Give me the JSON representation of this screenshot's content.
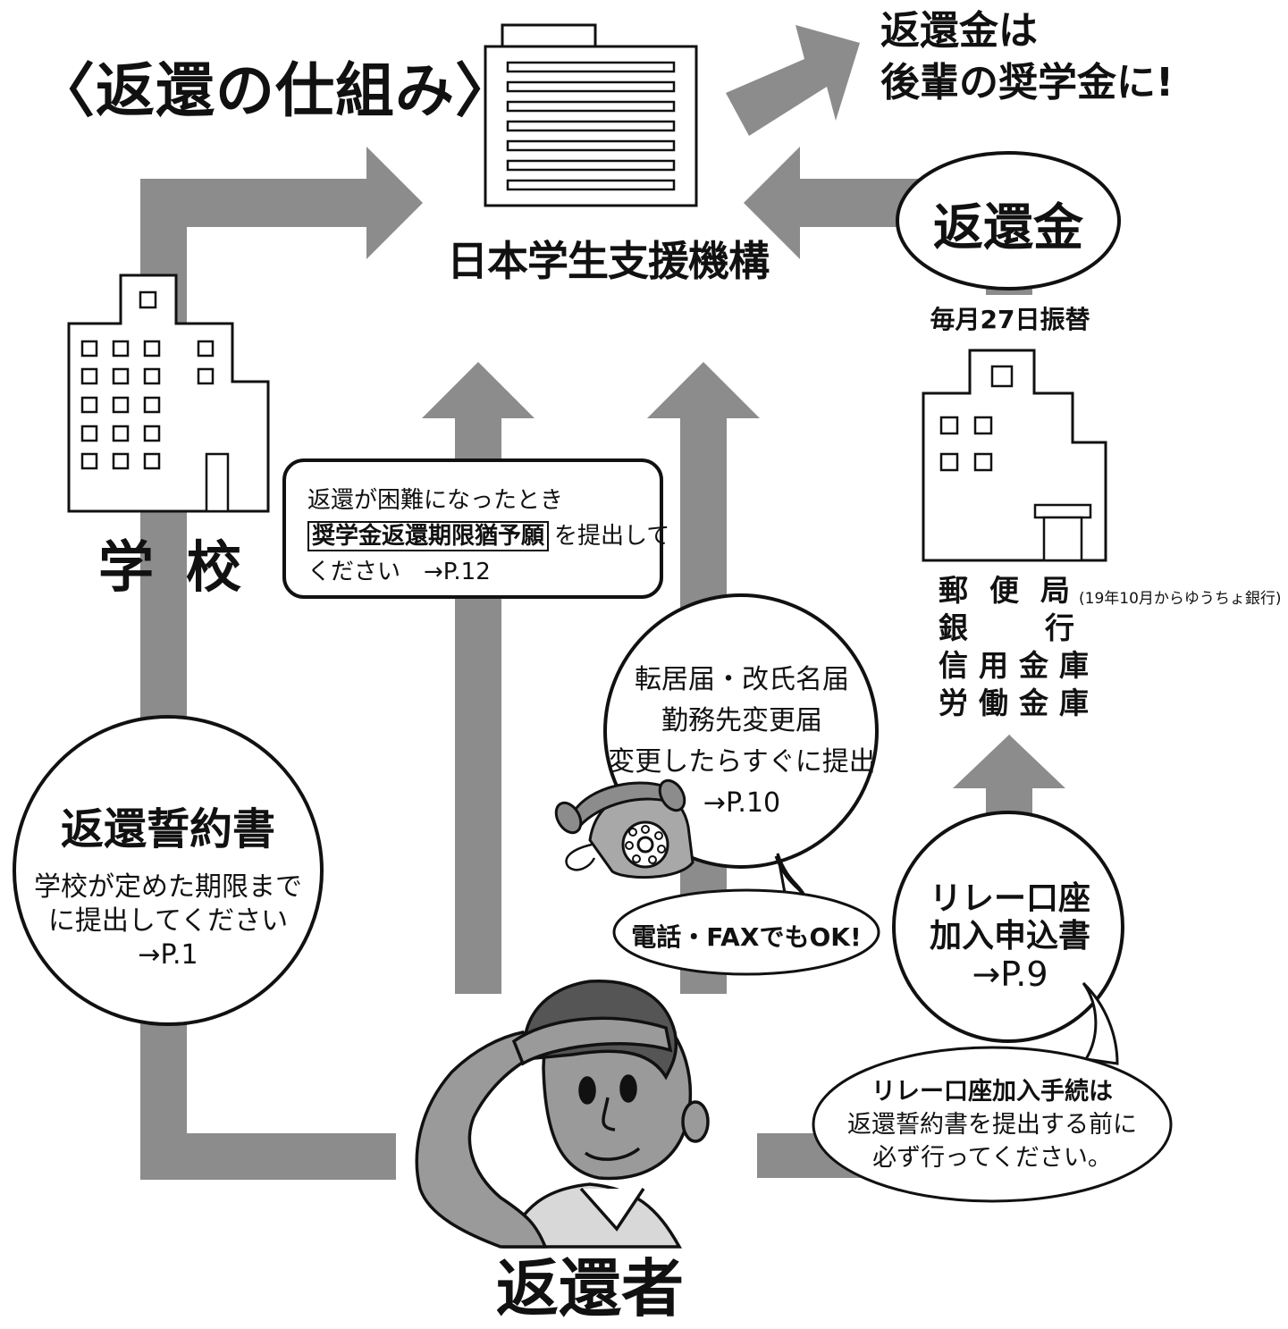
{
  "title": "〈返還の仕組み〉",
  "promo": {
    "line1": "返還金は",
    "line2": "後輩の奨学金に!"
  },
  "organization": "日本学生支援機構",
  "school": "学校",
  "repayment": {
    "label": "返還金",
    "transfer": "毎月27日振替"
  },
  "banks": {
    "row1_a": "郵",
    "row1_b": "便",
    "row1_c": "局",
    "note": "(19年10月からゆうちょ銀行)",
    "row2_a": "銀",
    "row2_b": "行",
    "row3": "信用金庫",
    "row4": "労働金庫"
  },
  "pledge": {
    "title": "返還誓約書",
    "line1": "学校が定めた期限まで",
    "line2": "に提出してください",
    "ref": "→P.1"
  },
  "deferral": {
    "line1": "返還が困難になったとき",
    "form": "奨学金返還期限猶予願",
    "line2_rest": "を提出して",
    "line3": "ください　→P.12"
  },
  "notify": {
    "line1": "転居届・改氏名届",
    "line2": "勤務先変更届",
    "line3": "変更したらすぐに提出",
    "ref": "→P.10"
  },
  "phone_fax": "電話・FAXでもOK!",
  "relay": {
    "line1": "リレー口座",
    "line2": "加入申込書",
    "ref": "→P.9"
  },
  "relay_note": {
    "line1": "リレー口座加入手続は",
    "line2": "返還誓約書を提出する前に",
    "line3": "必ず行ってください。"
  },
  "repayer": "返還者",
  "colors": {
    "arrow": "#8c8c8c",
    "ink": "#111111",
    "skin": "#9a9a9a",
    "hair": "#555555",
    "paper": "#ffffff"
  },
  "icons": [
    "office-building-icon",
    "school-building-icon",
    "post-office-building-icon",
    "telephone-icon",
    "person-saluting-icon"
  ]
}
